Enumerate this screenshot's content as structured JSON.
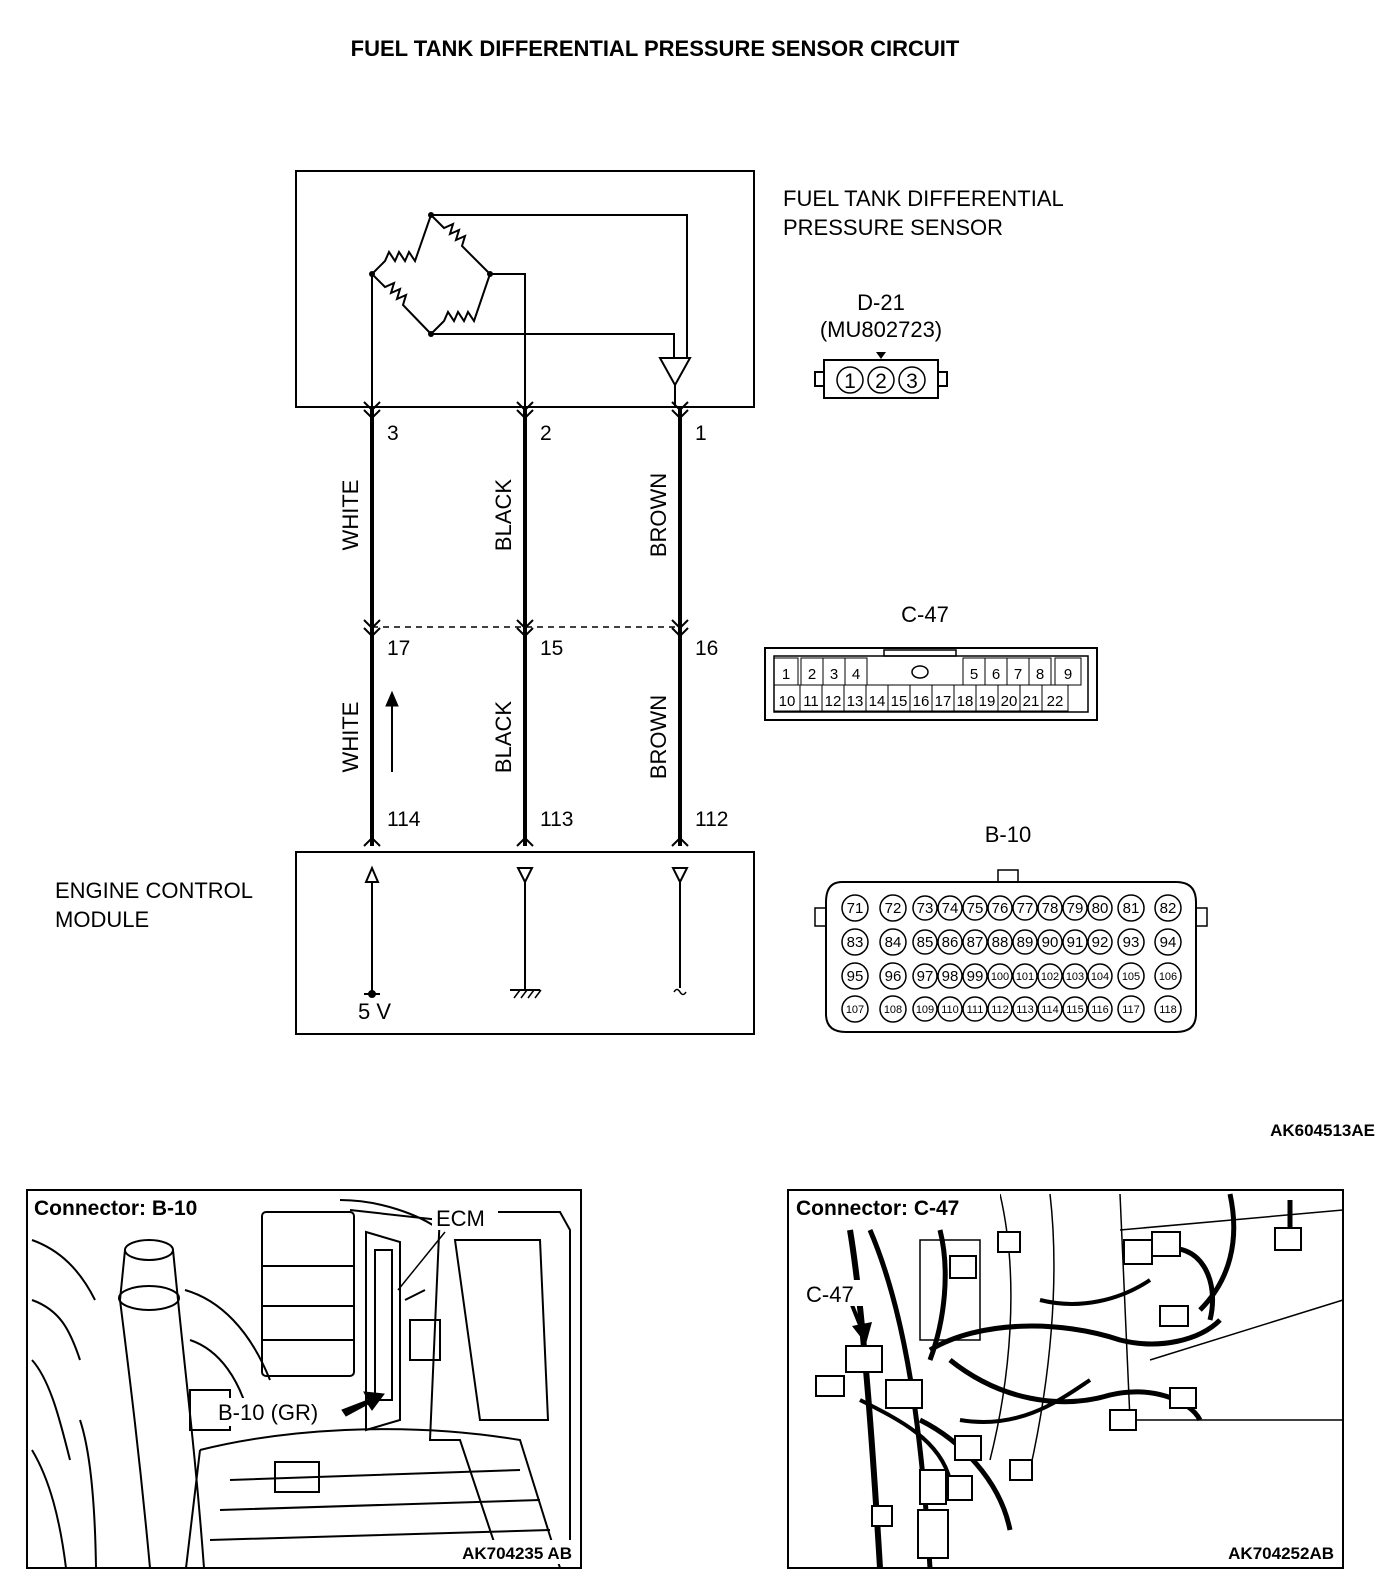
{
  "title": "FUEL TANK DIFFERENTIAL PRESSURE SENSOR CIRCUIT",
  "sensor": {
    "label_line1": "FUEL TANK DIFFERENTIAL",
    "label_line2": "PRESSURE SENSOR",
    "pins": [
      "3",
      "2",
      "1"
    ]
  },
  "connector_d21": {
    "name": "D-21",
    "part": "(MU802723)",
    "pins": [
      "1",
      "2",
      "3"
    ]
  },
  "wires_upper": [
    "WHITE",
    "BLACK",
    "BROWN"
  ],
  "wires_lower": [
    "WHITE",
    "BLACK",
    "BROWN"
  ],
  "c47_pins_on_wire": [
    "17",
    "15",
    "16"
  ],
  "ecm_pins": [
    "114",
    "113",
    "112"
  ],
  "connector_c47": {
    "name": "C-47",
    "row1": [
      "1",
      "2",
      "3",
      "4",
      "5",
      "6",
      "7",
      "8",
      "9"
    ],
    "row2": [
      "10",
      "11",
      "12",
      "13",
      "14",
      "15",
      "16",
      "17",
      "18",
      "19",
      "20",
      "21",
      "22"
    ]
  },
  "connector_b10": {
    "name": "B-10",
    "rows": [
      [
        "71",
        "72",
        "73",
        "74",
        "75",
        "76",
        "77",
        "78",
        "79",
        "80",
        "81",
        "82"
      ],
      [
        "83",
        "84",
        "85",
        "86",
        "87",
        "88",
        "89",
        "90",
        "91",
        "92",
        "93",
        "94"
      ],
      [
        "95",
        "96",
        "97",
        "98",
        "99",
        "100",
        "101",
        "102",
        "103",
        "104",
        "105",
        "106"
      ],
      [
        "107",
        "108",
        "109",
        "110",
        "111",
        "112",
        "113",
        "114",
        "115",
        "116",
        "117",
        "118"
      ]
    ]
  },
  "ecm": {
    "label_line1": "ENGINE CONTROL",
    "label_line2": "MODULE",
    "supply": "5 V"
  },
  "figure_code": "AK604513AE",
  "photo_left": {
    "caption": "Connector: B-10",
    "ecm_label": "ECM",
    "connector_label": "B-10 (GR)",
    "code": "AK704235 AB"
  },
  "photo_right": {
    "caption": "Connector: C-47",
    "connector_label": "C-47",
    "code": "AK704252AB"
  }
}
